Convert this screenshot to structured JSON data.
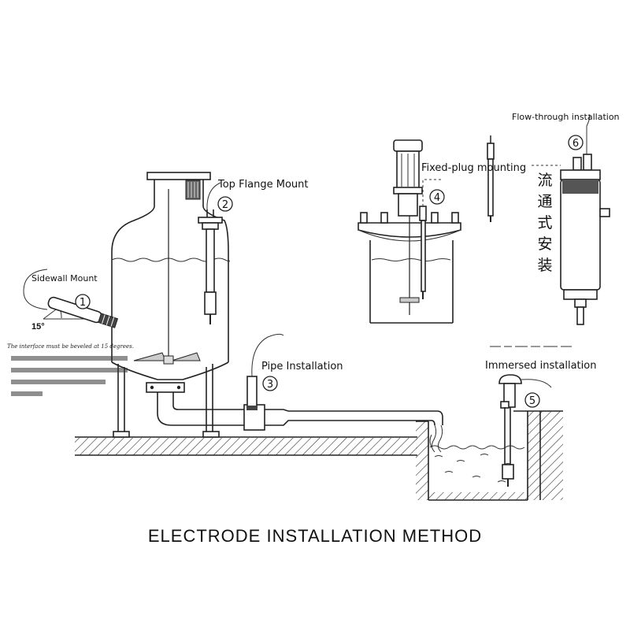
{
  "title": "ELECTRODE INSTALLATION METHOD",
  "labels": {
    "sidewall": "Sidewall Mount",
    "top_flange": "Top Flange Mount",
    "pipe": "Pipe Installation",
    "fixed_plug": "Fixed-plug mounting",
    "flow_through": "Flow-through installation",
    "immersed": "Immersed installation",
    "flow_through_cn": [
      "流",
      "通",
      "式",
      "安",
      "装"
    ],
    "angle": "15°",
    "bevel_note": "The interface must be beveled at 15 degrees."
  },
  "markers": {
    "m1": "1",
    "m2": "2",
    "m3": "3",
    "m4": "4",
    "m5": "5",
    "m6": "6"
  }
}
